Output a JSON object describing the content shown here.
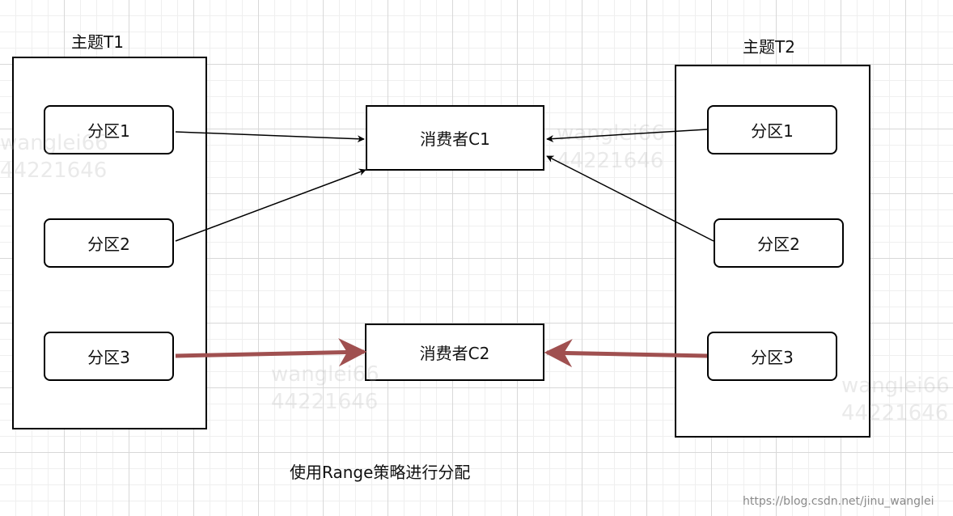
{
  "topic_t1": {
    "title": "主题T1",
    "partitions": [
      "分区1",
      "分区2",
      "分区3"
    ]
  },
  "topic_t2": {
    "title": "主题T2",
    "partitions": [
      "分区1",
      "分区2",
      "分区3"
    ]
  },
  "consumers": [
    "消费者C1",
    "消费者C2"
  ],
  "caption": "使用Range策略进行分配",
  "watermarks": [
    "wanglei66\n44221646",
    "wanglei66\n44221646",
    "wanglei66\n44221646",
    "wanglei66\n44221646"
  ],
  "source_label": "https://blog.csdn.net/jinu_wanglei",
  "colors": {
    "thin_arrow": "#000000",
    "thick_arrow": "#a05050"
  }
}
